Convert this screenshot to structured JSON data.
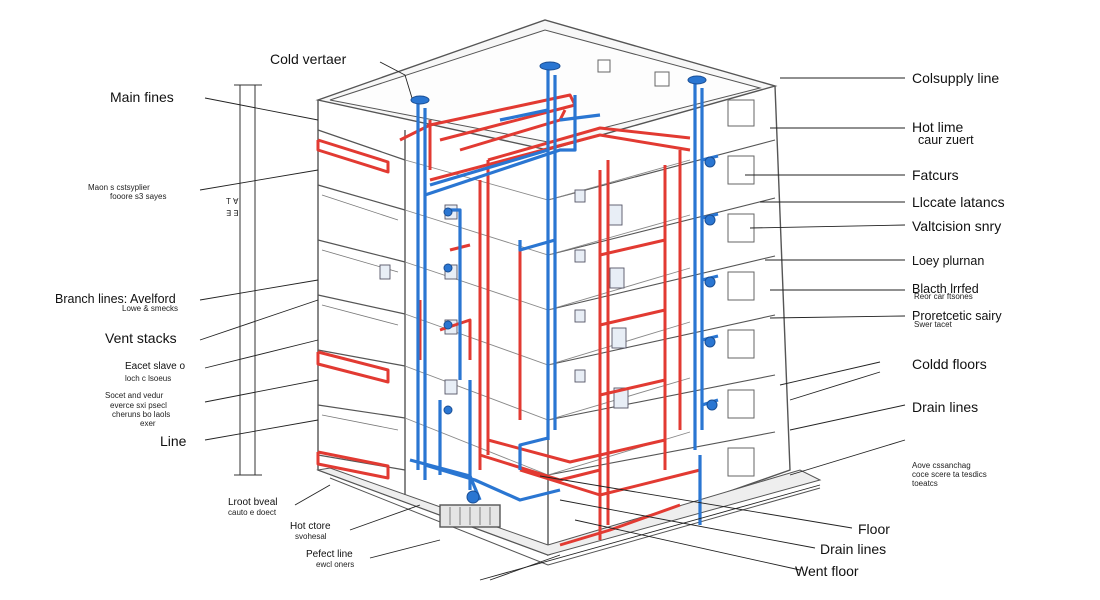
{
  "colors": {
    "cold": "#2a76d2",
    "hot": "#e23a32",
    "structure": "#555555",
    "leader": "#222222"
  },
  "top_labels": {
    "cold_vertical": "Cold vertaer"
  },
  "left_labels": {
    "main_lines": "Main fines",
    "main_sub": "Maon s cstsyplier",
    "main_sub2": "fooore s3 sayes",
    "scale_a": "T ∀",
    "scale_b": "∃ ∃",
    "branch_lines": "Branch lines: Avelford",
    "branch_sub": "Lowe & smecks",
    "vent_stacks": "Vent stacks",
    "ejector_1": "Eacet slave o",
    "ejector_2": "loch c lsoeus",
    "sewer_1": "Socet and vedur",
    "sewer_2": "everce sxi psecl",
    "sewer_3": "cheruns bo laols",
    "sewer_4": "exer",
    "line": "Line",
    "lower_level_1": "Lroot bveal",
    "lower_level_2": "cauto e doect",
    "hot_lines_1": "Hot ctore",
    "hot_lines_2": "svohesal",
    "protect_1": "Pefect line",
    "protect_2": "ewcl oners"
  },
  "right_labels": {
    "cold_supply": "Colsupply line",
    "hot_line": "Hot lime",
    "hot_line_sub": "caur zuert",
    "fixtures": "Fatcurs",
    "locate_laterals": "Llccate latancs",
    "validation": "Valtcision snry",
    "low_plumbing": "Loey plurnan",
    "branch_fitted": "Blacth lrrfed",
    "branch_fitted_sub": "Reor car ftsones",
    "protective": "Proretcetic sairy",
    "protective_sub": "Swer tacet",
    "cold_floors": "Coldd floors",
    "drain_lines": "Drain lines",
    "above_1": "Aove cssanchag",
    "above_2": "coce scere ta tesdics",
    "above_3": "toeatcs",
    "floor": "Floor",
    "drain_lines_2": "Drain lines",
    "vent_floor": "Went floor"
  }
}
